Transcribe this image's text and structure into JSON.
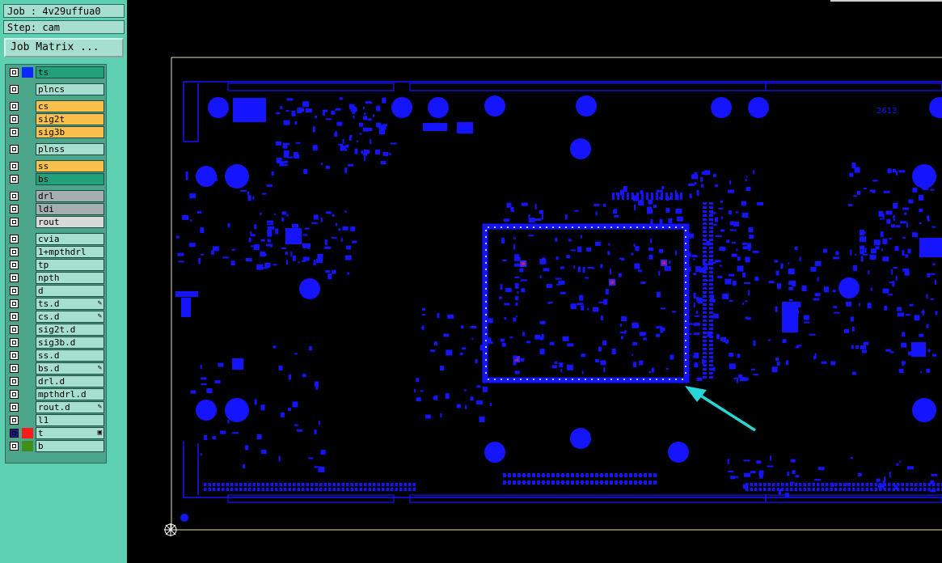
{
  "job": {
    "label": "Job : 4v29uffua0",
    "step": "Step: cam"
  },
  "job_matrix_label": "Job Matrix ...",
  "colors": {
    "ts_bg": "#21a27a",
    "yellow": "#fbc04c",
    "teal": "#a6dfd0",
    "gray": "#a5aeb0",
    "lightgray": "#d8d8d8",
    "copper": "#1414ff",
    "arrow": "#27d6d6"
  },
  "layers": [
    {
      "name": "ts",
      "bg": "#21a27a",
      "swatch": "#0a28ff",
      "group": 0
    },
    {
      "name": "plncs",
      "bg": "#a6dfd0",
      "swatch": "",
      "group": 1
    },
    {
      "name": "cs",
      "bg": "#fbc04c",
      "swatch": "",
      "group": 2
    },
    {
      "name": "sig2t",
      "bg": "#fbc04c",
      "swatch": "",
      "group": 2
    },
    {
      "name": "sig3b",
      "bg": "#fbc04c",
      "swatch": "",
      "group": 2
    },
    {
      "name": "plnss",
      "bg": "#a6dfd0",
      "swatch": "",
      "group": 3
    },
    {
      "name": "ss",
      "bg": "#fbc04c",
      "swatch": "",
      "group": 4
    },
    {
      "name": "bs",
      "bg": "#21a27a",
      "swatch": "",
      "group": 4
    },
    {
      "name": "drl",
      "bg": "#a5aeb0",
      "swatch": "",
      "group": 5
    },
    {
      "name": "ldi",
      "bg": "#a5aeb0",
      "swatch": "",
      "group": 5
    },
    {
      "name": "rout",
      "bg": "#d8d8d8",
      "swatch": "",
      "group": 5
    },
    {
      "name": "cvia",
      "bg": "#a6dfd0",
      "swatch": "",
      "group": 6
    },
    {
      "name": "1+mpthdrl",
      "bg": "#a6dfd0",
      "swatch": "",
      "group": 6
    },
    {
      "name": "tp",
      "bg": "#a6dfd0",
      "swatch": "",
      "group": 6
    },
    {
      "name": "npth",
      "bg": "#a6dfd0",
      "swatch": "",
      "group": 6
    },
    {
      "name": "d",
      "bg": "#a6dfd0",
      "swatch": "",
      "group": 6
    },
    {
      "name": "ts.d",
      "bg": "#a6dfd0",
      "swatch": "",
      "group": 6,
      "mark": "✎"
    },
    {
      "name": "cs.d",
      "bg": "#a6dfd0",
      "swatch": "",
      "group": 6,
      "mark": "✎"
    },
    {
      "name": "sig2t.d",
      "bg": "#a6dfd0",
      "swatch": "",
      "group": 6
    },
    {
      "name": "sig3b.d",
      "bg": "#a6dfd0",
      "swatch": "",
      "group": 6
    },
    {
      "name": "ss.d",
      "bg": "#a6dfd0",
      "swatch": "",
      "group": 6
    },
    {
      "name": "bs.d",
      "bg": "#a6dfd0",
      "swatch": "",
      "group": 6,
      "mark": "✎"
    },
    {
      "name": "drl.d",
      "bg": "#a6dfd0",
      "swatch": "",
      "group": 6
    },
    {
      "name": "mpthdrl.d",
      "bg": "#a6dfd0",
      "swatch": "",
      "group": 6
    },
    {
      "name": "rout.d",
      "bg": "#a6dfd0",
      "swatch": "",
      "group": 6,
      "mark": "✎"
    },
    {
      "name": "l1",
      "bg": "#a6dfd0",
      "swatch": "",
      "group": 6
    },
    {
      "name": "t",
      "bg": "#a6dfd0",
      "swatch": "#ff1a1a",
      "group": 6,
      "mark": "▣",
      "cbfill": "#1a1a8a"
    },
    {
      "name": "b",
      "bg": "#a6dfd0",
      "swatch": "#3f8f1a",
      "group": 6
    }
  ],
  "board": {
    "silk_text": "2613"
  }
}
